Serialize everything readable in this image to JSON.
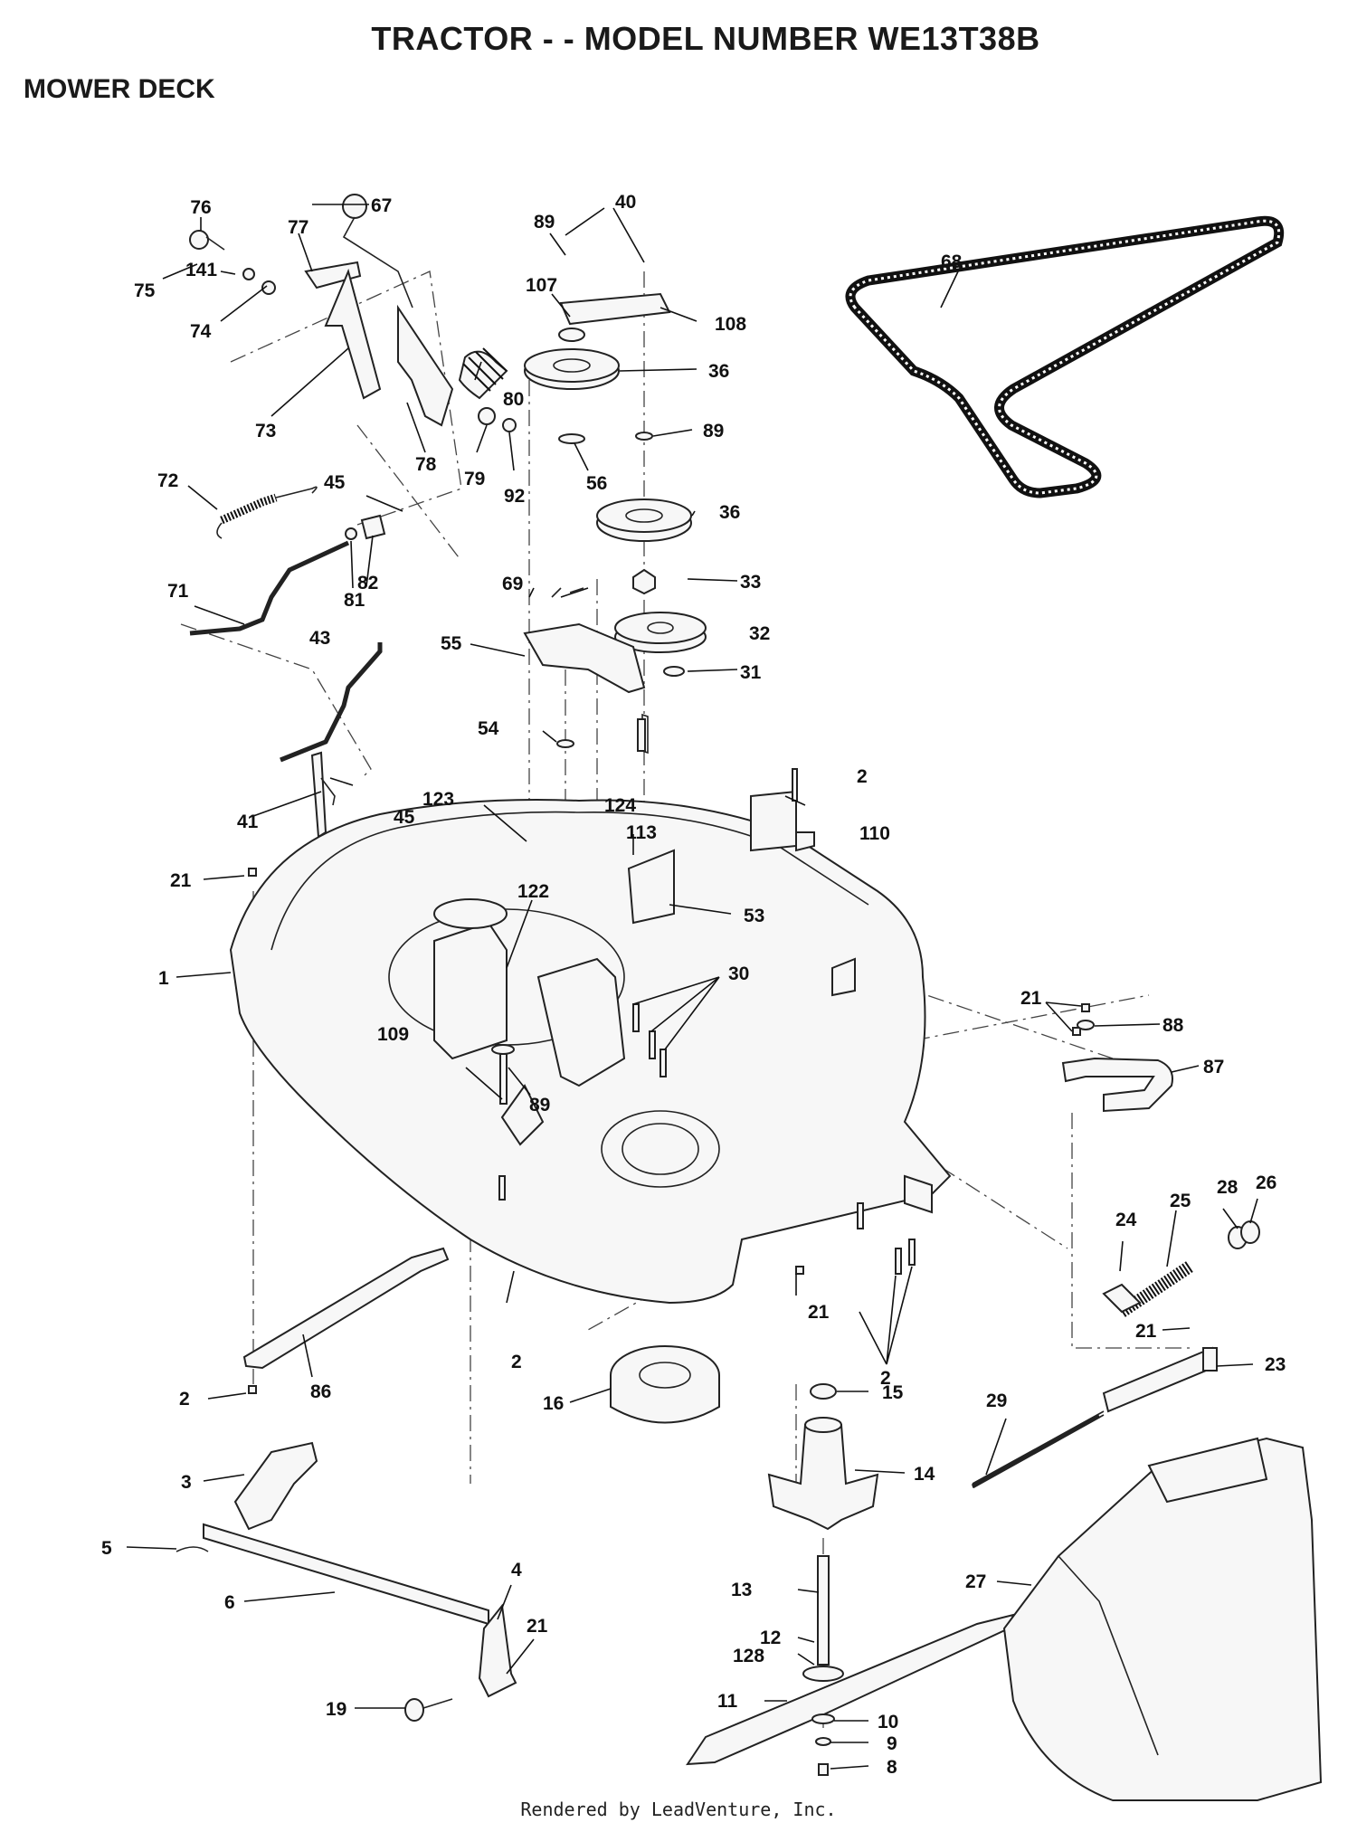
{
  "header": {
    "title": "TRACTOR - - MODEL NUMBER WE13T38B",
    "subtitle": "MOWER DECK"
  },
  "footer": {
    "text": "Rendered by LeadVenture, Inc."
  },
  "callouts": [
    {
      "id": "c76",
      "text": "76"
    },
    {
      "id": "c77",
      "text": "77"
    },
    {
      "id": "c67",
      "text": "67"
    },
    {
      "id": "c75",
      "text": "75"
    },
    {
      "id": "c141",
      "text": "141"
    },
    {
      "id": "c74",
      "text": "74"
    },
    {
      "id": "c73",
      "text": "73"
    },
    {
      "id": "c78",
      "text": "78"
    },
    {
      "id": "c80",
      "text": "80"
    },
    {
      "id": "c79",
      "text": "79"
    },
    {
      "id": "c92",
      "text": "92"
    },
    {
      "id": "c89a",
      "text": "89"
    },
    {
      "id": "c40",
      "text": "40"
    },
    {
      "id": "c107",
      "text": "107"
    },
    {
      "id": "c108",
      "text": "108"
    },
    {
      "id": "c36a",
      "text": "36"
    },
    {
      "id": "c89b",
      "text": "89"
    },
    {
      "id": "c56",
      "text": "56"
    },
    {
      "id": "c36b",
      "text": "36"
    },
    {
      "id": "c68",
      "text": "68"
    },
    {
      "id": "c72",
      "text": "72"
    },
    {
      "id": "c45a",
      "text": "45"
    },
    {
      "id": "c81",
      "text": "81"
    },
    {
      "id": "c82",
      "text": "82"
    },
    {
      "id": "c71",
      "text": "71"
    },
    {
      "id": "c69",
      "text": "69"
    },
    {
      "id": "c33",
      "text": "33"
    },
    {
      "id": "c32",
      "text": "32"
    },
    {
      "id": "c55",
      "text": "55"
    },
    {
      "id": "c31",
      "text": "31"
    },
    {
      "id": "c43",
      "text": "43"
    },
    {
      "id": "c54",
      "text": "54"
    },
    {
      "id": "c2a",
      "text": "2"
    },
    {
      "id": "c124",
      "text": "124"
    },
    {
      "id": "c123",
      "text": "123"
    },
    {
      "id": "c45b",
      "text": "45"
    },
    {
      "id": "c41",
      "text": "41"
    },
    {
      "id": "c113",
      "text": "113"
    },
    {
      "id": "c110",
      "text": "110"
    },
    {
      "id": "c21a",
      "text": "21"
    },
    {
      "id": "c122",
      "text": "122"
    },
    {
      "id": "c53",
      "text": "53"
    },
    {
      "id": "c1",
      "text": "1"
    },
    {
      "id": "c30",
      "text": "30"
    },
    {
      "id": "c21b",
      "text": "21"
    },
    {
      "id": "c88",
      "text": "88"
    },
    {
      "id": "c109",
      "text": "109"
    },
    {
      "id": "c87",
      "text": "87"
    },
    {
      "id": "c89c",
      "text": "89"
    },
    {
      "id": "c24",
      "text": "24"
    },
    {
      "id": "c25",
      "text": "25"
    },
    {
      "id": "c28",
      "text": "28"
    },
    {
      "id": "c26",
      "text": "26"
    },
    {
      "id": "c21c",
      "text": "21"
    },
    {
      "id": "c21d",
      "text": "21"
    },
    {
      "id": "c2b",
      "text": "2"
    },
    {
      "id": "c2c",
      "text": "2"
    },
    {
      "id": "c23",
      "text": "23"
    },
    {
      "id": "c86",
      "text": "86"
    },
    {
      "id": "c2d",
      "text": "2"
    },
    {
      "id": "c16",
      "text": "16"
    },
    {
      "id": "c15",
      "text": "15"
    },
    {
      "id": "c29",
      "text": "29"
    },
    {
      "id": "c14",
      "text": "14"
    },
    {
      "id": "c3",
      "text": "3"
    },
    {
      "id": "c5",
      "text": "5"
    },
    {
      "id": "c27",
      "text": "27"
    },
    {
      "id": "c13",
      "text": "13"
    },
    {
      "id": "c6",
      "text": "6"
    },
    {
      "id": "c4",
      "text": "4"
    },
    {
      "id": "c21e",
      "text": "21"
    },
    {
      "id": "c12",
      "text": "12"
    },
    {
      "id": "c128",
      "text": "128"
    },
    {
      "id": "c11",
      "text": "11"
    },
    {
      "id": "c19",
      "text": "19"
    },
    {
      "id": "c10",
      "text": "10"
    },
    {
      "id": "c9",
      "text": "9"
    },
    {
      "id": "c8",
      "text": "8"
    }
  ]
}
